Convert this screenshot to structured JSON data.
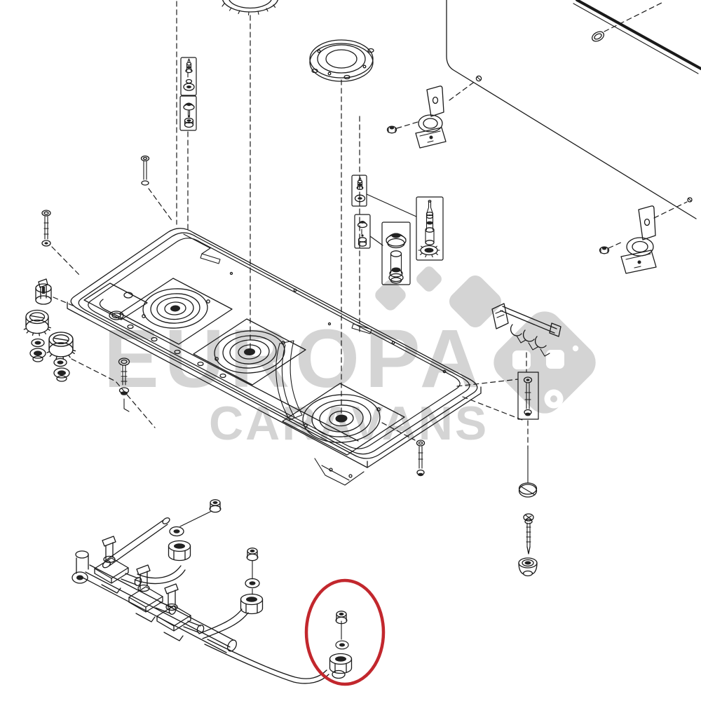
{
  "watermark": {
    "brand_top": "EUROPA",
    "brand_bottom": "CARAVANS",
    "color": "#d4d4d4"
  },
  "highlight_circle": {
    "color": "#c2272d"
  },
  "drawing": {
    "line_color": "#1a1a1a",
    "background": "#ffffff",
    "type": "exploded-parts-diagram",
    "depicted_components": [
      "glass-lid-panel",
      "lid-hinge-bracket-left",
      "lid-hinge-bracket-right",
      "hob-pan-3-burner",
      "burner-ring",
      "burner-base",
      "injector-kit-boxes",
      "spark-electrode-kit",
      "thermocouple-kit",
      "control-knobs",
      "ignition-switch",
      "mounting-screws",
      "ignition-lead-distributor",
      "gas-manifold-with-valves",
      "gas-feed-pipes",
      "pipe-fitting-nut-washer-sets",
      "highlighted-fitting-set"
    ]
  }
}
